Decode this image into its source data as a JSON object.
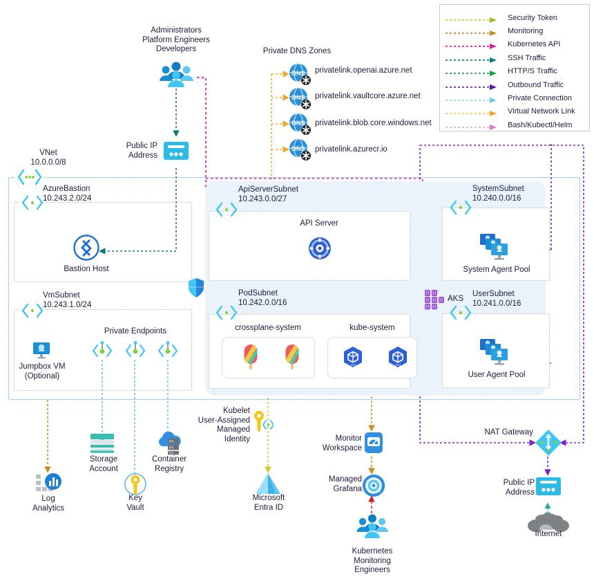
{
  "legend": {
    "items": [
      {
        "label": "Security Token",
        "color": "#c5d12a"
      },
      {
        "label": "Monitoring",
        "color": "#c8891f"
      },
      {
        "label": "Kubernetes API",
        "color": "#e6179b"
      },
      {
        "label": "SSH Traffic",
        "color": "#0e7b76"
      },
      {
        "label": "HTTP/S Traffic",
        "color": "#10a34a"
      },
      {
        "label": "Outbound Traffic",
        "color": "#7b1fd1"
      },
      {
        "label": "Private Connection",
        "color": "#6fc2ec"
      },
      {
        "label": "Virtual Network Link",
        "color": "#f5a623"
      },
      {
        "label": "Bash/Kubectl/Helm",
        "color": "#d77ad1"
      }
    ]
  },
  "actors": {
    "admins": {
      "line1": "Administrators",
      "line2": "Platform Engineers",
      "line3": "Developers",
      "icon": "people-icon"
    },
    "monitoring_engineers": {
      "line1": "Kubernetes",
      "line2": "Monitoring",
      "line3": "Engineers",
      "icon": "people-icon"
    }
  },
  "dns": {
    "title": "Private DNS Zones",
    "zones": [
      {
        "name": "privatelink.openai.azure.net",
        "icon": "dns-icon"
      },
      {
        "name": "privatelink.vaultcore.azure.net",
        "icon": "dns-icon"
      },
      {
        "name": "privatelink.blob.core.windows.net",
        "icon": "dns-icon"
      },
      {
        "name": "privatelink.azurecr.io",
        "icon": "dns-icon"
      }
    ]
  },
  "vnet": {
    "name": "VNet",
    "cidr": "10.0.0.0/8",
    "icon": "vnet-icon"
  },
  "subnets": {
    "azure_bastion": {
      "name": "AzureBastion",
      "cidr": "10.243.2.0/24",
      "icon": "subnet-icon"
    },
    "vm_subnet": {
      "name": "VmSubnet",
      "cidr": "10.243.1.0/24",
      "icon": "subnet-icon"
    },
    "api_server_subnet": {
      "name": "ApiServerSubnet",
      "cidr": "10.243.0.0/27",
      "icon": "subnet-icon"
    },
    "pod_subnet": {
      "name": "PodSubnet",
      "cidr": "10.242.0.0/16",
      "icon": "subnet-icon"
    },
    "system_subnet": {
      "name": "SystemSubnet",
      "cidr": "10.240.0.0/16",
      "icon": "subnet-icon"
    },
    "user_subnet": {
      "name": "UserSubnet",
      "cidr": "10.241.0.0/16",
      "icon": "subnet-icon"
    }
  },
  "resources": {
    "public_ip_top": {
      "line1": "Public IP",
      "line2": "Address",
      "icon": "public-ip-icon"
    },
    "public_ip_bottom": {
      "line1": "Public IP",
      "line2": "Address",
      "icon": "public-ip-icon"
    },
    "bastion_host": {
      "label": "Bastion Host",
      "icon": "bastion-icon"
    },
    "jumpbox": {
      "line1": "Jumpbox VM",
      "line2": "(Optional)",
      "icon": "vm-icon"
    },
    "private_endpoints": {
      "label": "Private Endpoints",
      "icon": "private-endpoint-icon",
      "count": 3
    },
    "api_server": {
      "label": "API Server",
      "icon": "api-server-icon"
    },
    "aks": {
      "label": "AKS",
      "icon": "aks-icon"
    },
    "firewall_shield": {
      "label": "",
      "icon": "shield-icon"
    },
    "system_agent_pool": {
      "label": "System Agent Pool",
      "icon": "agent-pool-icon"
    },
    "user_agent_pool": {
      "label": "User Agent Pool",
      "icon": "agent-pool-icon"
    },
    "nat_gateway": {
      "label": "NAT Gateway",
      "icon": "nat-gateway-icon"
    },
    "internet": {
      "label": "Internet",
      "icon": "cloud-icon"
    },
    "log_analytics": {
      "line1": "Log",
      "line2": "Analytics",
      "icon": "log-analytics-icon"
    },
    "storage_account": {
      "line1": "Storage",
      "line2": "Account",
      "icon": "storage-icon"
    },
    "key_vault": {
      "line1": "Key",
      "line2": "Vault",
      "icon": "key-vault-icon"
    },
    "container_registry": {
      "line1": "Container",
      "line2": "Registry",
      "icon": "container-registry-icon"
    },
    "kubelet_identity": {
      "line1": "Kubelet",
      "line2": "User-Assigned",
      "line3": "Managed",
      "line4": "Identity",
      "icon": "managed-identity-icon"
    },
    "entra_id": {
      "line1": "Microsoft",
      "line2": "Entra ID",
      "icon": "entra-id-icon"
    },
    "monitor_workspace": {
      "line1": "Monitor",
      "line2": "Workspace",
      "icon": "azure-monitor-icon"
    },
    "managed_grafana": {
      "line1": "Managed",
      "line2": "Grafana",
      "icon": "grafana-icon"
    }
  },
  "namespaces": {
    "crossplane": {
      "label": "crossplane-system",
      "pods": [
        "crossplane-pod-icon",
        "crossplane-pod-icon"
      ]
    },
    "kube_system": {
      "label": "kube-system",
      "pods": [
        "k8s-pod-icon",
        "k8s-pod-icon"
      ]
    }
  },
  "colors": {
    "security_token": "#c5d12a",
    "monitoring": "#c8891f",
    "kubernetes_api": "#e6179b",
    "ssh": "#0e7b76",
    "https": "#10a34a",
    "outbound": "#7b1fd1",
    "private_connection": "#6fc2ec",
    "vnet_link": "#f5a623",
    "bash": "#d77ad1",
    "vnet_border": "#49a9e8",
    "subnet_border": "#bdbdbd",
    "aks_fill": "#eaf2fb"
  }
}
